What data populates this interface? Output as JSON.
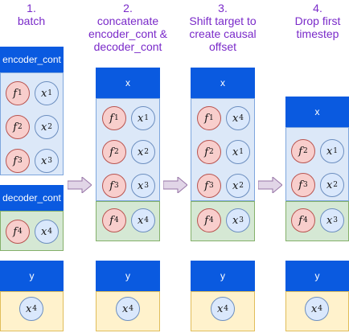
{
  "steps": [
    {
      "num": "1.",
      "title": "batch"
    },
    {
      "num": "2.",
      "title": "concatenate encoder_cont & decoder_cont"
    },
    {
      "num": "3.",
      "title": "Shift target to create causal offset"
    },
    {
      "num": "4.",
      "title": "Drop first timestep"
    }
  ],
  "col1": {
    "encoder_header": "encoder_cont",
    "decoder_header": "decoder_cont",
    "y_header": "y",
    "encoder_rows": [
      [
        "f",
        "1",
        "x",
        "1"
      ],
      [
        "f",
        "2",
        "x",
        "2"
      ],
      [
        "f",
        "3",
        "x",
        "3"
      ]
    ],
    "decoder_rows": [
      [
        "f",
        "4",
        "x",
        "4"
      ]
    ],
    "y_rows": [
      [
        "x",
        "4"
      ]
    ]
  },
  "col2": {
    "x_header": "x",
    "y_header": "y",
    "blue_rows": [
      [
        "f",
        "1",
        "x",
        "1"
      ],
      [
        "f",
        "2",
        "x",
        "2"
      ],
      [
        "f",
        "3",
        "x",
        "3"
      ]
    ],
    "green_rows": [
      [
        "f",
        "4",
        "x",
        "4"
      ]
    ],
    "y_rows": [
      [
        "x",
        "4"
      ]
    ]
  },
  "col3": {
    "x_header": "x",
    "y_header": "y",
    "blue_rows": [
      [
        "f",
        "1",
        "x",
        "4"
      ],
      [
        "f",
        "2",
        "x",
        "1"
      ],
      [
        "f",
        "3",
        "x",
        "2"
      ]
    ],
    "green_rows": [
      [
        "f",
        "4",
        "x",
        "3"
      ]
    ],
    "y_rows": [
      [
        "x",
        "4"
      ]
    ]
  },
  "col4": {
    "x_header": "x",
    "y_header": "y",
    "blue_rows": [
      [
        "f",
        "2",
        "x",
        "1"
      ],
      [
        "f",
        "3",
        "x",
        "2"
      ]
    ],
    "green_rows": [
      [
        "f",
        "4",
        "x",
        "3"
      ]
    ],
    "y_rows": [
      [
        "x",
        "4"
      ]
    ]
  },
  "colors": {
    "header_blue": "#0a5ae0",
    "title_purple": "#7a2ac9",
    "panel_blue": "#dce8f8",
    "panel_green": "#d5e8d4",
    "panel_yellow": "#fff2cc",
    "f_circle": "#f8cecc",
    "x_circle": "#dae8fc",
    "arrow": "#e1d5e7"
  }
}
